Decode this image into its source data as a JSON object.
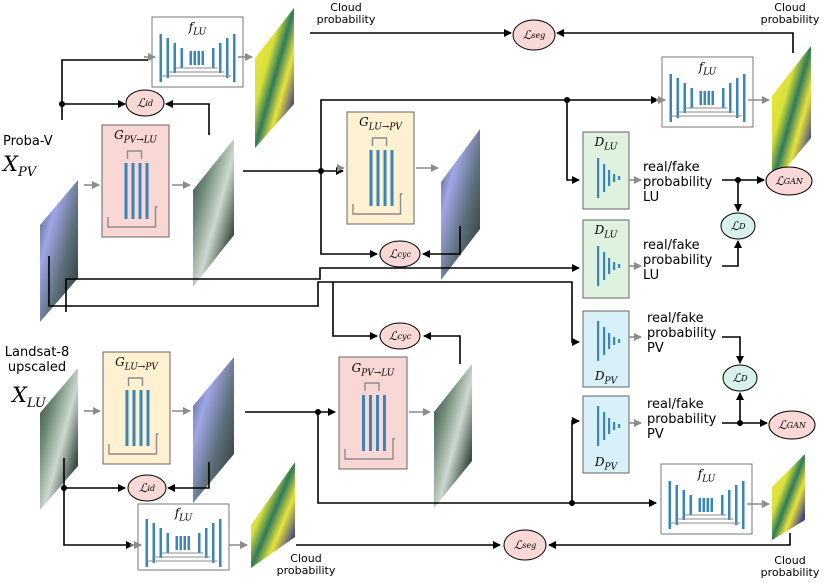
{
  "inputs": {
    "proba_v": {
      "name": "Proba-V",
      "symbol": "X",
      "subscript": "PV"
    },
    "landsat": {
      "name_line1": "Landsat-8",
      "name_line2": "upscaled",
      "symbol": "X",
      "subscript": "LU"
    }
  },
  "cloud_labels": {
    "line1": "Cloud",
    "line2": "probability"
  },
  "networks": {
    "f_lu": "f",
    "f_lu_sub": "LU",
    "g_pv_lu": "G",
    "g_pv_lu_sub": "PV→LU",
    "g_lu_pv": "G",
    "g_lu_pv_sub": "LU→PV",
    "d_lu": "D",
    "d_lu_sub": "LU",
    "d_pv": "D",
    "d_pv_sub": "PV"
  },
  "losses": {
    "seg": "seg",
    "id": "id",
    "cyc": "cyc",
    "gan": "GAN",
    "d": "D",
    "symbol": "ℒ"
  },
  "outputs": {
    "rf_line1": "real/fake",
    "rf_line2": "probability",
    "lu": "LU",
    "pv": "PV"
  },
  "colors": {
    "pink_box": "#f8d7d4",
    "yellow_box": "#fdf1d2",
    "green_box": "#dff1df",
    "blue_box": "#d8f0f7",
    "loss_fill": "#f9d9d7",
    "loss_d_fill": "#d8f1ed",
    "bar_blue": "#3a86b8",
    "arrow_gray": "#8c8c8c"
  }
}
